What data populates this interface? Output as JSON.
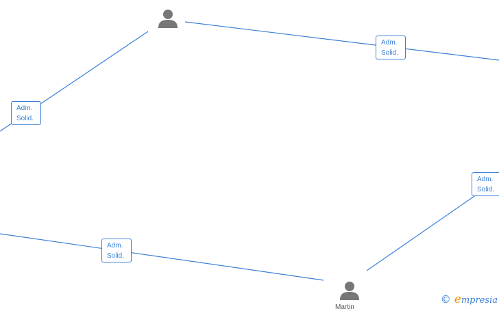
{
  "graph": {
    "edges": [
      {
        "id": "e1",
        "label_line1": "Adm.",
        "label_line2": "Solid."
      },
      {
        "id": "e2",
        "label_line1": "Adm.",
        "label_line2": "Solid."
      },
      {
        "id": "e3",
        "label_line1": "Adm.",
        "label_line2": "Solid."
      },
      {
        "id": "e4",
        "label_line1": "Adm.",
        "label_line2": "Solid."
      }
    ],
    "nodes": [
      {
        "id": "n1",
        "icon": "person-icon"
      },
      {
        "id": "n2",
        "icon": "person-icon",
        "name": "Martin"
      }
    ]
  },
  "footer": {
    "copyright_symbol": "©",
    "brand_initial": "e",
    "brand_rest": "mpresia"
  },
  "colors": {
    "edge": "#3a7fd5",
    "node_icon": "#777777",
    "brand_accent": "#f39200"
  }
}
